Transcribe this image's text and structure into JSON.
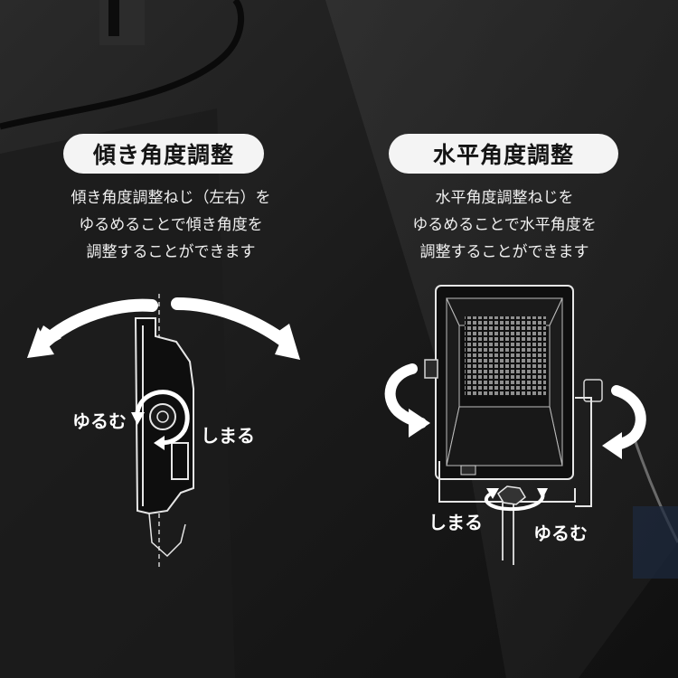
{
  "tilt": {
    "title": "傾き角度調整",
    "desc_lines": [
      "傾き角度調整ねじ（左右）を",
      "ゆるめることで傾き角度を",
      "調整することができます"
    ],
    "loosen_label": "ゆるむ",
    "tighten_label": "しまる"
  },
  "horizontal": {
    "title": "水平角度調整",
    "desc_lines": [
      "水平角度調整ねじを",
      "ゆるめることで水平角度を",
      "調整することができます"
    ],
    "tighten_label": "しまる",
    "loosen_label": "ゆるむ"
  },
  "colors": {
    "background": "#151515",
    "pill_bg": "#f4f4f4",
    "pill_text": "#141414",
    "text": "#f1f1f1",
    "arrow": "#ffffff"
  },
  "icons": {
    "tilt_arrow": "curved-double-arrow-icon",
    "rotate_arrow": "rotate-arrow-icon",
    "bolt": "knob-bolt-icon"
  }
}
